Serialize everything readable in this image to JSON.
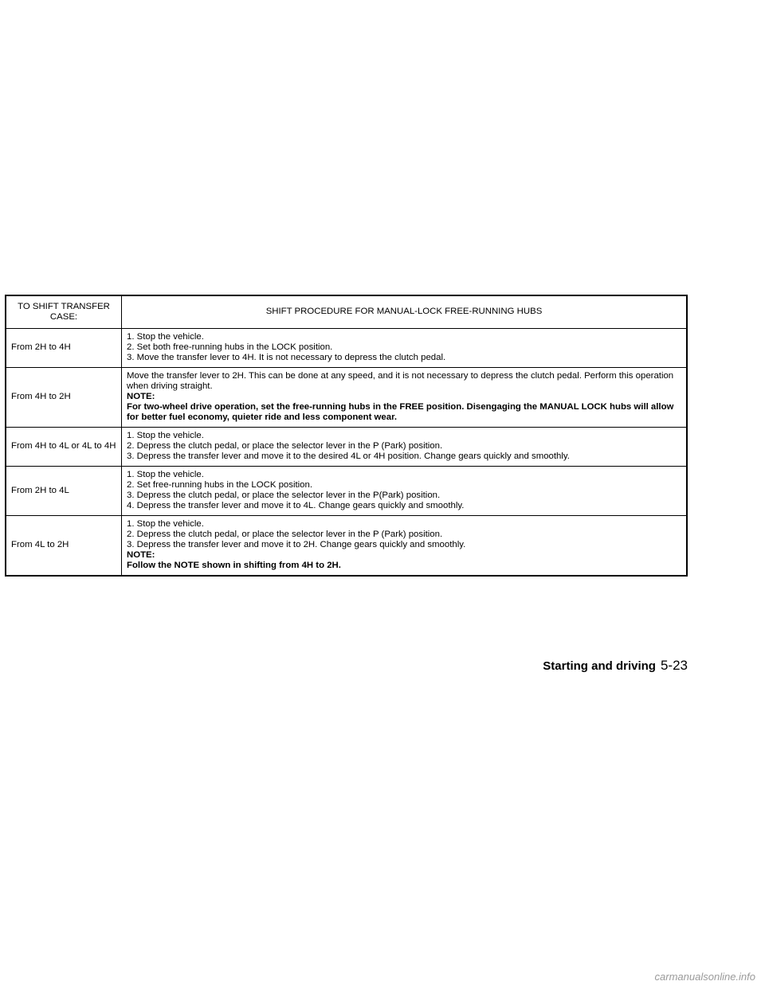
{
  "table": {
    "header": {
      "case": "TO SHIFT TRANSFER CASE:",
      "procedure": "SHIFT PROCEDURE FOR MANUAL-LOCK FREE-RUNNING HUBS"
    },
    "rows": [
      {
        "case": "From 2H to 4H",
        "para": "",
        "steps": [
          "1. Stop the vehicle.",
          "2. Set both free-running hubs in the LOCK position.",
          "3. Move the transfer lever to 4H. It is not necessary to depress the clutch pedal."
        ],
        "note_label": "",
        "note_text": ""
      },
      {
        "case": "From 4H to 2H",
        "para": "Move the transfer lever to 2H. This can be done at any speed, and it is not necessary to depress the clutch pedal. Perform this operation when driving straight.",
        "steps": [],
        "note_label": "NOTE:",
        "note_text": "For two-wheel drive operation, set the free-running hubs in the FREE position. Disengaging the MANUAL LOCK hubs will allow for better fuel economy, quieter ride and less component wear."
      },
      {
        "case": "From 4H to 4L or 4L to 4H",
        "para": "",
        "steps": [
          "1. Stop the vehicle.",
          "2. Depress the clutch pedal, or place the selector lever in the P (Park) position.",
          "3. Depress the transfer lever and move it to the desired 4L or 4H position. Change gears quickly and smoothly."
        ],
        "note_label": "",
        "note_text": ""
      },
      {
        "case": "From 2H to 4L",
        "para": "",
        "steps": [
          "1. Stop the vehicle.",
          "2. Set free-running hubs in the LOCK position.",
          "3. Depress the clutch pedal, or place the selector lever in the P(Park) position.",
          "4. Depress the transfer lever and move it to 4L. Change gears quickly and smoothly."
        ],
        "note_label": "",
        "note_text": ""
      },
      {
        "case": "From 4L to 2H",
        "para": "",
        "steps": [
          "1. Stop the vehicle.",
          "2. Depress the clutch pedal, or place the selector lever in the P (Park) position.",
          "3. Depress the transfer lever and move it to 2H. Change gears quickly and smoothly."
        ],
        "note_label": "NOTE:",
        "note_text": "Follow the NOTE shown in shifting from 4H to 2H."
      }
    ]
  },
  "footer": {
    "section": "Starting and driving",
    "page": "5-23"
  },
  "watermark": "carmanualsonline.info"
}
